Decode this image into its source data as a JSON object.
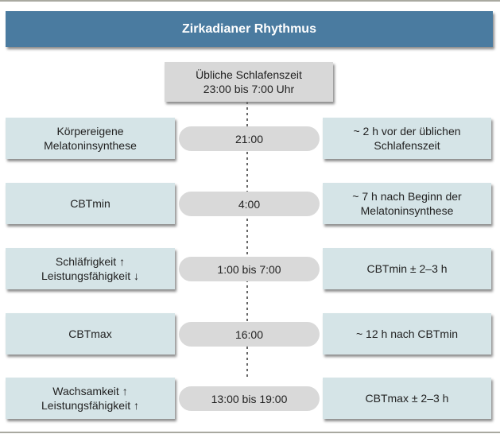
{
  "title": "Zirkadianer Rhythmus",
  "top_box": {
    "line1": "Übliche Schlafenszeit",
    "line2": "23:00 bis 7:00 Uhr"
  },
  "rows": [
    {
      "left": [
        "Körpereigene",
        "Melatoninsynthese"
      ],
      "time": "21:00",
      "right": [
        "~ 2 h vor der üblichen",
        "Schlafenszeit"
      ]
    },
    {
      "left": [
        "CBTmin"
      ],
      "time": "4:00",
      "right": [
        "~ 7 h nach Beginn der",
        "Melatoninsynthese"
      ]
    },
    {
      "left": [
        "Schläfrigkeit ↑",
        "Leistungsfähigkeit ↓"
      ],
      "time": "1:00 bis 7:00",
      "right": [
        "CBTmin ± 2–3 h"
      ]
    },
    {
      "left": [
        "CBTmax"
      ],
      "time": "16:00",
      "right": [
        "~ 12 h nach CBTmin"
      ]
    },
    {
      "left": [
        "Wachsamkeit ↑",
        "Leistungsfähigkeit ↑"
      ],
      "time": "13:00 bis 19:00",
      "right": [
        "CBTmax ± 2–3 h"
      ]
    }
  ],
  "colors": {
    "header": "#4a7ba0",
    "top_box": "#d8d8d8",
    "side_box": "#d5e4e7",
    "pill": "#d9d9d9",
    "dash": "#666666"
  }
}
